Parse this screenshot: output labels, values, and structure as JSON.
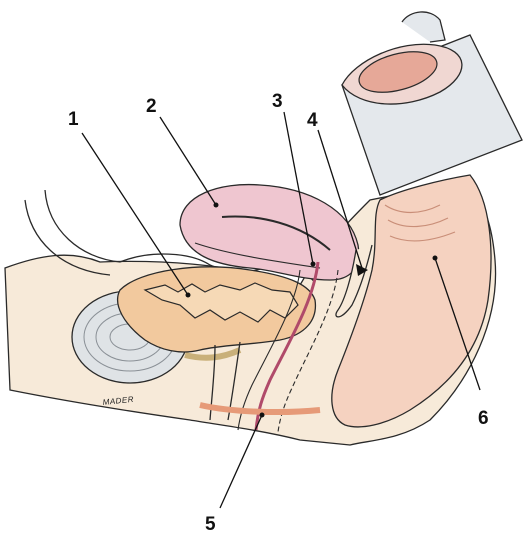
{
  "labels": {
    "1": "1",
    "2": "2",
    "3": "3",
    "4": "4",
    "5": "5",
    "6": "6"
  },
  "signature": "MADER",
  "colors": {
    "skin": "#f7ead9",
    "bladder": "#f2c99e",
    "uterus": "#efc6d0",
    "rectum": "#f5d2c0",
    "sleeve": "#e4e8ec",
    "bone": "#dfe3e6",
    "outline": "#2a2a2a"
  }
}
